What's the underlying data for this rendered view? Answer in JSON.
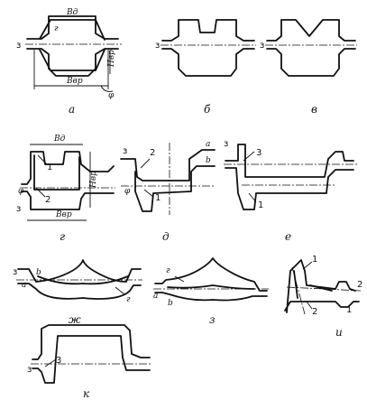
{
  "panels": [
    {
      "id": "a",
      "caption": "а",
      "dims": {
        "width_top": "Bд",
        "width_bottom": "Bвр",
        "height": "Hвр",
        "angle": "φ",
        "gap": "з",
        "radius": "г"
      }
    },
    {
      "id": "b",
      "caption": "б",
      "dims": {
        "gap": "з"
      }
    },
    {
      "id": "v",
      "caption": "в",
      "dims": {
        "gap": "з"
      }
    },
    {
      "id": "g",
      "caption": "г",
      "dims": {
        "width_top": "Bд",
        "width_bottom": "Bвр",
        "height": "Hвр",
        "angle": "φ",
        "gap": "з",
        "n1": "1",
        "n2": "2"
      }
    },
    {
      "id": "d",
      "caption": "д",
      "dims": {
        "angle": "φ",
        "gap": "з",
        "a": "a",
        "b": "b",
        "n1": "1",
        "n2": "2"
      }
    },
    {
      "id": "e",
      "caption": "е",
      "dims": {
        "gap": "з",
        "n1": "1",
        "n3": "3"
      }
    },
    {
      "id": "zh",
      "caption": "ж",
      "dims": {
        "gap": "з",
        "a": "a",
        "b": "b",
        "radius": "г"
      }
    },
    {
      "id": "z",
      "caption": "з",
      "dims": {
        "radius": "г",
        "a": "a",
        "b": "b"
      }
    },
    {
      "id": "i",
      "caption": "и",
      "dims": {
        "n1": "1",
        "n2": "2",
        "n2b": "2",
        "n1b": "1"
      }
    },
    {
      "id": "k",
      "caption": "к",
      "dims": {
        "gap": "з",
        "n3": "3"
      }
    }
  ]
}
